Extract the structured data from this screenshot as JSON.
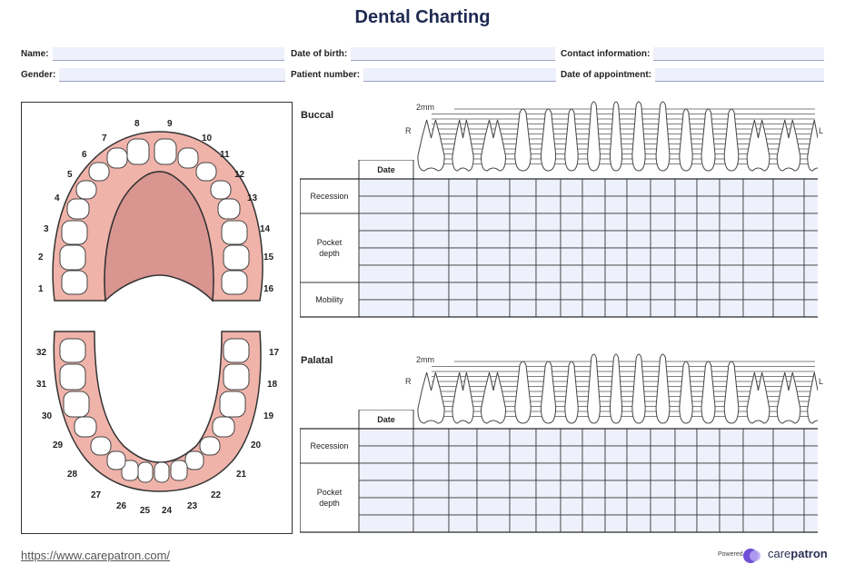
{
  "title": "Dental Charting",
  "fields": {
    "name": "Name:",
    "dob": "Date of birth:",
    "contact": "Contact information:",
    "gender": "Gender:",
    "patient_number": "Patient number:",
    "appointment": "Date of appointment:"
  },
  "upper_numbers": [
    "1",
    "2",
    "3",
    "4",
    "5",
    "6",
    "7",
    "8",
    "9",
    "10",
    "11",
    "12",
    "13",
    "14",
    "15",
    "16"
  ],
  "lower_numbers": [
    "17",
    "18",
    "19",
    "20",
    "21",
    "22",
    "23",
    "24",
    "25",
    "26",
    "27",
    "28",
    "29",
    "30",
    "31",
    "32"
  ],
  "buccal": {
    "label": "Buccal",
    "scale": "2mm",
    "right": "R",
    "left": "L",
    "date_header": "Date",
    "rows": [
      "Recession",
      "Pocket depth",
      "Mobility"
    ]
  },
  "palatal": {
    "label": "Palatal",
    "scale": "2mm",
    "right": "R",
    "left": "L",
    "date_header": "Date",
    "rows": [
      "Recession",
      "Pocket depth"
    ]
  },
  "footer": {
    "url": "https://www.carepatron.com/",
    "powered_by": "Powered by",
    "brand_a": "care",
    "brand_b": "patron"
  },
  "colors": {
    "title": "#1e2a52",
    "gum": "#f0b3aa",
    "palate": "#d99590",
    "cell": "#eef0fb",
    "grid_line": "#333333"
  }
}
